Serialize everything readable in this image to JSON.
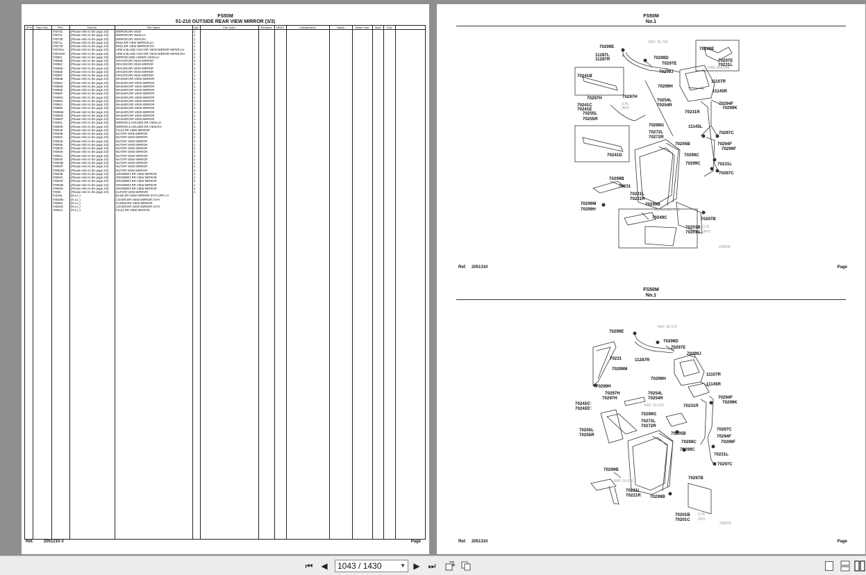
{
  "viewer": {
    "current_page": "1043 / 1430",
    "nav": {
      "first": "⏮",
      "prev": "◀",
      "next": "▶",
      "last": "⏭"
    }
  },
  "left_page": {
    "model": "FS50M",
    "title": "51-210 OUTSIDE REAR VIEW MIRROR (3/3)",
    "headers": [
      "SPN",
      "Repl Part",
      "PNC",
      "Part No",
      "Part Name",
      "Qty",
      "Part Spec",
      "Remarks",
      "NEW1",
      "Classification",
      "Option",
      "Model Year",
      "Start",
      "End"
    ],
    "rows": [
      [
        "70070C",
        "(Please refer to the page 2/3)",
        "MIRROR,RR VIEW",
        "1"
      ],
      [
        "70070L",
        "(Please refer to the page 2/3)",
        "MIRROR,RR VIEW,LH",
        "1"
      ],
      [
        "70070R",
        "(Please refer to the page 2/3)",
        "MIRROR,RR VIEW,RH",
        "1"
      ],
      [
        "70071L",
        "(Please refer to the page 2/3)",
        "RING,RR VIEW MIRROR,LH",
        "1"
      ],
      [
        "70071R",
        "(Please refer to the page 2/3)",
        "RING,RR VIEW MIRROR,RH",
        "1"
      ],
      [
        "70076AL",
        "(Please refer to the page 2/3)",
        "ARM & BLADE ASSY,RR VIEW MIRROR WIPER,LH",
        "1"
      ],
      [
        "70076AR",
        "(Please refer to the page 2/3)",
        "ARM & BLADE ASSY,RR VIEW MIRROR WIPER,RH",
        "1"
      ],
      [
        "70080L",
        "(Please refer to the page 2/3)",
        "MIRROR,SIDE UNDER VIEW,LH",
        "1"
      ],
      [
        "70085B",
        "(Please refer to the page 2/3)",
        "SPACER,RR VIEW MIRROR",
        "1"
      ],
      [
        "70085C",
        "(Please refer to the page 2/3)",
        "SPACER,RR VIEW MIRROR",
        "1"
      ],
      [
        "70085D",
        "(Please refer to the page 2/3)",
        "SPACER,RR VIEW MIRROR",
        "1"
      ],
      [
        "70085E",
        "(Please refer to the page 2/3)",
        "SPACER,RR VIEW MIRROR",
        "1"
      ],
      [
        "70085F",
        "(Please refer to the page 2/3)",
        "SPACER,RR VIEW MIRROR",
        "1"
      ],
      [
        "70086B",
        "(Please refer to the page 2/3)",
        "WASHER,RR VIEW MIRROR",
        "1"
      ],
      [
        "70086C",
        "(Please refer to the page 2/3)",
        "WASHER,RR VIEW MIRROR",
        "1"
      ],
      [
        "70086D",
        "(Please refer to the page 2/3)",
        "WASHER,RR VIEW MIRROR",
        "1"
      ],
      [
        "70086E",
        "(Please refer to the page 2/3)",
        "WASHER,RR VIEW MIRROR",
        "1"
      ],
      [
        "70086F",
        "(Please refer to the page 2/3)",
        "WASHER,RR VIEW MIRROR",
        "1"
      ],
      [
        "70086G",
        "(Please refer to the page 2/3)",
        "WASHER,RR VIEW MIRROR",
        "1"
      ],
      [
        "70086H",
        "(Please refer to the page 2/3)",
        "WASHER,RR VIEW MIRROR",
        "1"
      ],
      [
        "70086J",
        "(Please refer to the page 2/3)",
        "WASHER,RR VIEW MIRROR",
        "1"
      ],
      [
        "70086K",
        "(Please refer to the page 2/3)",
        "WASHER,RR VIEW MIRROR",
        "1"
      ],
      [
        "70086M",
        "(Please refer to the page 2/3)",
        "WASHER,RR VIEW MIRROR",
        "1"
      ],
      [
        "70086N",
        "(Please refer to the page 2/3)",
        "WASHER,RR VIEW MIRROR",
        "1"
      ],
      [
        "70086P",
        "(Please refer to the page 2/3)",
        "WASHER,RR VIEW MIRROR",
        "1"
      ],
      [
        "70090L",
        "(Please refer to the page 2/3)",
        "MIRROR & HOLDER,RR VIEW,LH",
        "1"
      ],
      [
        "70090R",
        "(Please refer to the page 2/3)",
        "MIRROR & HOLDER,RR VIEW,RH",
        "1"
      ],
      [
        "70091B",
        "(Please refer to the page 2/3)",
        "PLUG,RR VIEW MIRROR",
        "1"
      ],
      [
        "70093B",
        "(Please refer to the page 2/3)",
        "NUT,RR VIEW MIRROR",
        "1"
      ],
      [
        "70093C",
        "(Please refer to the page 2/3)",
        "NUT,RR VIEW MIRROR",
        "1"
      ],
      [
        "70093D",
        "(Please refer to the page 2/3)",
        "NUT,RR VIEW MIRROR",
        "1"
      ],
      [
        "70093E",
        "(Please refer to the page 2/3)",
        "NUT,RR VIEW MIRROR",
        "1"
      ],
      [
        "70093G",
        "(Please refer to the page 2/3)",
        "NUT,RR VIEW MIRROR",
        "1"
      ],
      [
        "70093H",
        "(Please refer to the page 2/3)",
        "NUT,RR VIEW MIRROR",
        "1"
      ],
      [
        "70093J",
        "(Please refer to the page 2/3)",
        "NUT,RR VIEW MIRROR",
        "1"
      ],
      [
        "70093K",
        "(Please refer to the page 2/3)",
        "NUT,RR VIEW MIRROR",
        "1"
      ],
      [
        "70093M",
        "(Please refer to the page 2/3)",
        "NUT,RR VIEW MIRROR",
        "1"
      ],
      [
        "70093P",
        "(Please refer to the page 2/3)",
        "NUT,RR VIEW MIRROR",
        "1"
      ],
      [
        "70093ZZ",
        "(Please refer to the page 2/3)",
        "NUT,RR VIEW MIRROR",
        "1"
      ],
      [
        "70094B",
        "(Please refer to the page 2/3)",
        "GROMMET,RR VIEW MIRROR",
        "1"
      ],
      [
        "70094C",
        "(Please refer to the page 2/3)",
        "GROMMET,RR VIEW MIRROR",
        "1"
      ],
      [
        "70094D",
        "(Please refer to the page 2/3)",
        "GROMMET,RR VIEW MIRROR",
        "1"
      ],
      [
        "70094M",
        "(Please refer to the page 2/3)",
        "GROMMET,RR VIEW MIRROR",
        "1"
      ],
      [
        "70094N",
        "(Please refer to the page 2/3)",
        "GROMMET,RR VIEW MIRROR",
        "1"
      ],
      [
        "70095",
        "(Please refer to the page 2/3)",
        "CLIP,RR VIEW MIRROR",
        "1"
      ],
      [
        "70109L",
        "(N.e.c.)",
        "BASE,RR VIEW MIRROR STAY,UPR LH",
        ""
      ],
      [
        "70020M",
        "(N.e.c.)",
        "COVER,RR VIEW MIRROR STAY",
        ""
      ],
      [
        "70096V",
        "(N.e.c.)",
        "SCREW,RR VIEW MIRROR",
        ""
      ],
      [
        "70020N",
        "(N.e.c.)",
        "COVER,RR VIEW MIRROR STAY",
        ""
      ],
      [
        "70091C",
        "(N.e.c.)",
        "PLUG,RR VIEW MIRROR",
        ""
      ]
    ],
    "footer_ref_label": "Ref.",
    "footer_ref": "2051210-3",
    "footer_page": "Page"
  },
  "right_top": {
    "model": "FS50M",
    "no": "No.1",
    "callouts": [
      "70299E",
      "11287L",
      "11287R",
      "70299D",
      "70297E",
      "70299J",
      "70299E",
      "70297E",
      "70231L",
      "70241B",
      "70297H",
      "11107R",
      "11145R",
      "70299H",
      "70297H",
      "70241C",
      "70241E",
      "70254L",
      "70254R",
      "70294F",
      "70299K",
      "70231R",
      "70255L",
      "70255R",
      "70299G",
      "11145L",
      "70272L",
      "70272R",
      "70297C",
      "70205B",
      "70294F",
      "70299F",
      "70241D",
      "70299C",
      "70299C",
      "70231L",
      "70297C",
      "70299B",
      "70231",
      "70221L",
      "70221R",
      "70299B",
      "70299M",
      "70299H",
      "70249C",
      "70297B",
      "70201B",
      "70201C"
    ],
    "faint": [
      "REF. 56-730",
      "(LH)",
      "(RH)",
      "FIRE ENGINE",
      "W/PROTECTOR",
      "(LH)",
      "(RH)",
      "230895"
    ],
    "footer_ref_label": "Ref.",
    "footer_ref": "2051310",
    "footer_page": "Page"
  },
  "right_bottom": {
    "model": "FS50M",
    "no": "No.1",
    "callouts": [
      "70299E",
      "70299D",
      "70297E",
      "70299J",
      "70231",
      "11287R",
      "70299M",
      "11107R",
      "70299H",
      "11145R",
      "70299H",
      "70297H",
      "70297H",
      "70254L",
      "70254R",
      "70294F",
      "70299K",
      "70241C",
      "70241E",
      "70231R",
      "70299G",
      "70272L",
      "70272R",
      "70255L",
      "70255R",
      "70205B",
      "70297C",
      "70294F",
      "70299F",
      "70299C",
      "70299C",
      "70231L",
      "70297C",
      "70299B",
      "70297B",
      "70221L",
      "70221R",
      "70299B",
      "70201B",
      "70201C"
    ],
    "faint": [
      "REF. 56-170",
      "(LH)",
      "(RH)",
      "REF. 55-010",
      "REF. 56-010",
      "(LH)",
      "(RH)",
      "230879"
    ],
    "footer_ref_label": "Ref.",
    "footer_ref": "2051310",
    "footer_page": "Page"
  }
}
